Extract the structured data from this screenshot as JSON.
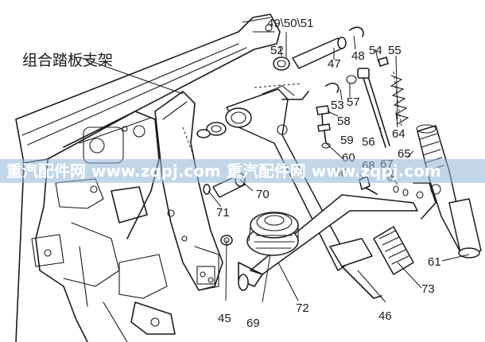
{
  "title": "组合踏板支架",
  "watermark": {
    "text": "重汽配件网 www.zqpj.com 重汽配件网 www.zqpj.com",
    "color": "#8fb4d6"
  },
  "labels": [
    {
      "id": "45",
      "text": "45"
    },
    {
      "id": "46",
      "text": "46"
    },
    {
      "id": "47",
      "text": "47"
    },
    {
      "id": "48",
      "text": "48"
    },
    {
      "id": "49_50_51",
      "text": "49\\50\\51"
    },
    {
      "id": "52",
      "text": "52"
    },
    {
      "id": "53",
      "text": "53"
    },
    {
      "id": "54",
      "text": "54"
    },
    {
      "id": "55",
      "text": "55"
    },
    {
      "id": "56",
      "text": "56"
    },
    {
      "id": "57",
      "text": "57"
    },
    {
      "id": "58",
      "text": "58"
    },
    {
      "id": "59",
      "text": "59"
    },
    {
      "id": "60",
      "text": "60"
    },
    {
      "id": "61",
      "text": "61"
    },
    {
      "id": "64",
      "text": "64"
    },
    {
      "id": "65",
      "text": "65"
    },
    {
      "id": "66",
      "text": "66"
    },
    {
      "id": "67",
      "text": "67"
    },
    {
      "id": "68",
      "text": "68"
    },
    {
      "id": "69",
      "text": "69"
    },
    {
      "id": "70",
      "text": "70"
    },
    {
      "id": "71",
      "text": "71"
    },
    {
      "id": "72",
      "text": "72"
    },
    {
      "id": "73",
      "text": "73"
    }
  ]
}
